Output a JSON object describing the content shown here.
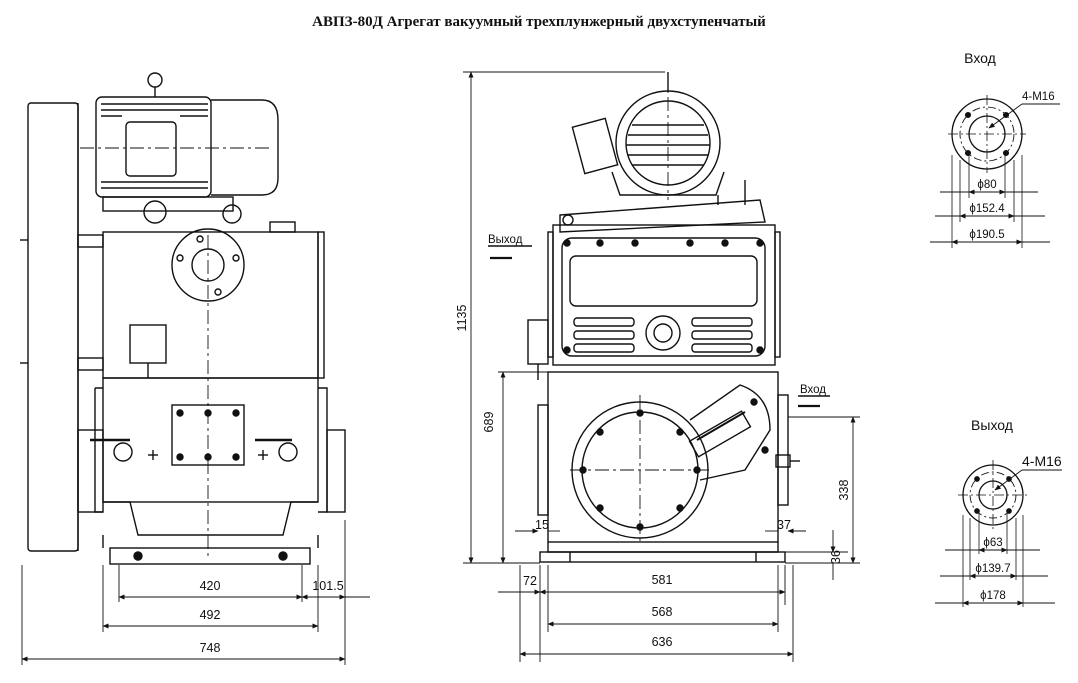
{
  "title": "АВПЗ-80Д Агрегат вакуумный трехплунжерный двухступенчатый",
  "front_view": {
    "dims": {
      "d420": "420",
      "d492": "492",
      "d748": "748",
      "d101": "101.5"
    }
  },
  "side_view": {
    "outlet_label": "Выход",
    "inlet_label": "Вход",
    "dims": {
      "h1135": "1135",
      "h689": "689",
      "h338": "338",
      "h36": "36",
      "d15": "15",
      "d37": "37",
      "d72": "72",
      "w581": "581",
      "w568": "568",
      "w636": "636"
    }
  },
  "inlet_flange": {
    "title": "Вход",
    "bolts": "4-M16",
    "d1": "ϕ80",
    "d2": "ϕ152.4",
    "d3": "ϕ190.5"
  },
  "outlet_flange": {
    "title": "Выход",
    "bolts": "4-M16",
    "d1": "ϕ63",
    "d2": "ϕ139.7",
    "d3": "ϕ178"
  }
}
